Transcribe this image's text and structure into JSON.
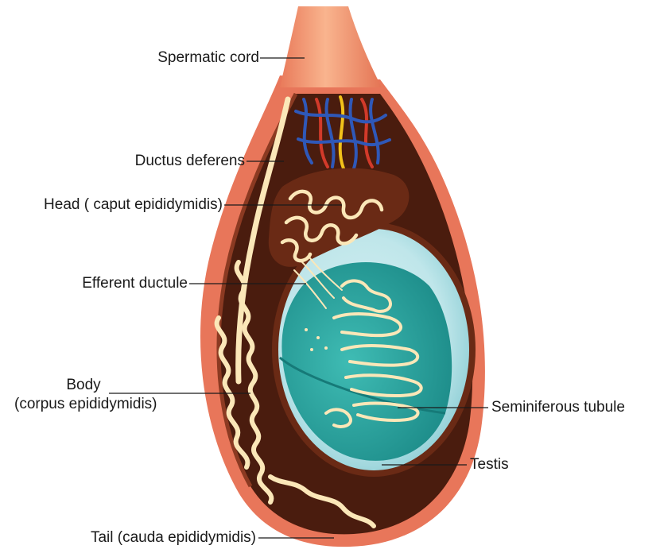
{
  "labels": {
    "spermatic_cord": "Spermatic cord",
    "ductus_deferens": "Ductus deferens",
    "head": "Head ( caput epididymidis)",
    "efferent_ductule": "Efferent ductule",
    "body_line1": "Body",
    "body_line2": "(corpus epididymidis)",
    "seminiferous_tubule": "Seminiferous tubule",
    "testis": "Testis",
    "tail": "Tail (cauda epididymidis)"
  },
  "colors": {
    "outer_skin": "#e8765a",
    "cord": "#f4a07a",
    "cavity": "#4a1c0e",
    "tubule": "#fbe7b8",
    "testis_outer": "#bfe6ea",
    "testis_inner": "#2aa5a0",
    "vessel_red": "#d23a2a",
    "vessel_blue": "#2f58b8",
    "vessel_yellow": "#f2c21a"
  }
}
